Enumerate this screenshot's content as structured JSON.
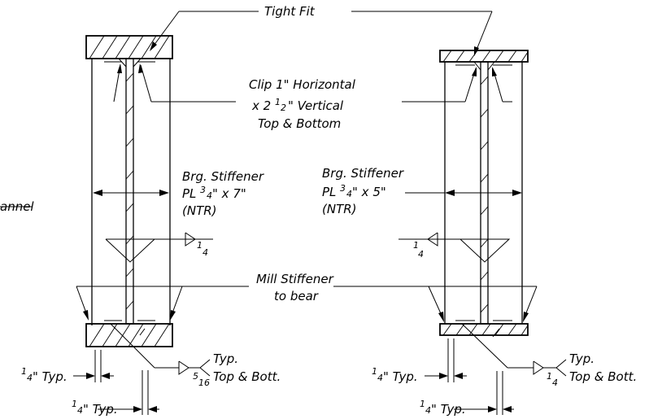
{
  "labels": {
    "tight_fit": "Tight Fit",
    "clip_line1": "Clip 1\" Horizontal",
    "clip_line2_a": "x 2",
    "clip_line2_b": "\" Vertical",
    "clip_line3": "Top & Bottom",
    "clip_frac_num": "1",
    "clip_frac_den": "2",
    "left_stiffener_title": "Brg. Stiffener",
    "left_stiffener_size": "\" x 7\"",
    "left_stiffener_ntr": "(NTR)",
    "right_stiffener_title": "Brg. Stiffener",
    "right_stiffener_size": "\" x 5\"",
    "right_stiffener_ntr": "(NTR)",
    "plate_symbol": "PL",
    "frac3_num": "3",
    "frac3_den": "4",
    "mill_line1": "Mill Stiffener",
    "mill_line2": "to bear",
    "typ": "\" Typ.",
    "frac_num_1": "1",
    "frac_den_4": "4",
    "weld_size_516_num": "5",
    "weld_size_516_den": "16",
    "weld_note1": "Typ.",
    "weld_note2": "Top & Bott.",
    "partial_channel": "annel"
  }
}
